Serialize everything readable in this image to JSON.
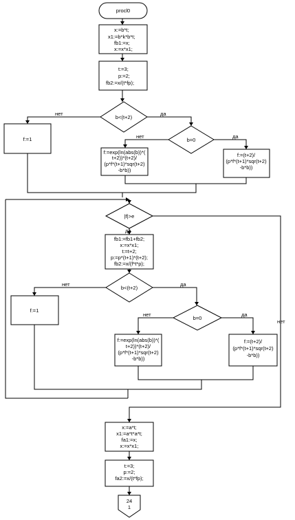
{
  "start_label": "procl0",
  "blocks": {
    "init1": [
      "x:=b*t;",
      "x1:=b*k*b*t;",
      "fb1:=x;",
      "x:=x*x1;"
    ],
    "init2": [
      "t:=3;",
      "p:=2;",
      "fb2:=x/(t*fp);"
    ],
    "cond1": "b<(t+2)",
    "res1": "f:=1",
    "cond2": "b=0",
    "formula1": [
      "f:=exp(ln(abs(b))*(",
      "t+2))*(t+2)/",
      "(p*f*(t+1)*sqr(t+2)",
      "-b*b))"
    ],
    "formula2": [
      "f:=(t+2)/",
      "(p*f*(t+1)*sqr(t+2)",
      "-b*b))"
    ],
    "loop_cond": "|f|>e",
    "loop_body": [
      "fb1:=fb1+fb2;",
      "x:=x*x1;",
      "t:=t+2;",
      "p:=p*(t+1)*(t+2);",
      "fb2:=x/(f*t*p);"
    ],
    "cond3": "b<(t+2)",
    "res2": "f:=1",
    "cond4": "b=0",
    "formula3": [
      "f:=exp(ln(abs(b))*(",
      "t+2))*(t+2)/",
      "(p*f*(t+1)*sqr(t+2)",
      "-b*b))"
    ],
    "formula4": [
      "f:=(t+2)/",
      "(p*f*(t+1)*sqr(t+2)",
      "-b*b))"
    ],
    "init3": [
      "x:=a*t;",
      "x1:=a*t*a*t;",
      "fa1:=x;",
      "x:=x*x1;"
    ],
    "init4": [
      "t:=3;",
      "p:=2;",
      "fa2:=x/(t*fp);"
    ],
    "connector": [
      "24",
      "1"
    ]
  },
  "branch_labels": {
    "no1": "нет",
    "yes1": "да",
    "no2": "нет",
    "yes2": "да",
    "loop_yes": "да",
    "loop_no": "нет",
    "no3": "нет",
    "yes3": "да",
    "no4": "нет",
    "yes4": "да"
  }
}
